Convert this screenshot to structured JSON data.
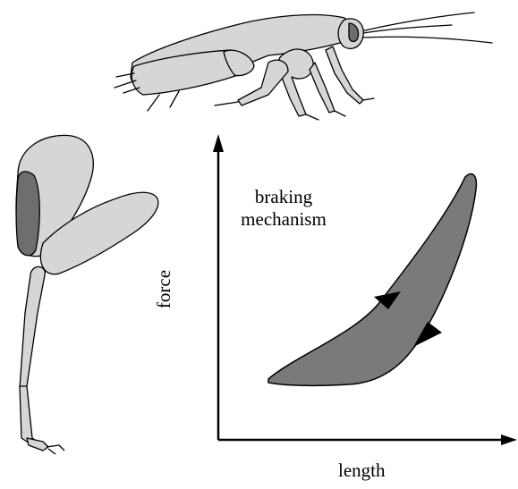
{
  "labels": {
    "annotation_line1": "braking",
    "annotation_line2": "mechanism",
    "x_axis": "length",
    "y_axis": "force"
  },
  "colors": {
    "light_fill": "#d6d6d6",
    "dark_fill": "#6e6e6e",
    "loop_fill": "#7a7a7a",
    "stroke": "#000000",
    "background": "#ffffff"
  }
}
